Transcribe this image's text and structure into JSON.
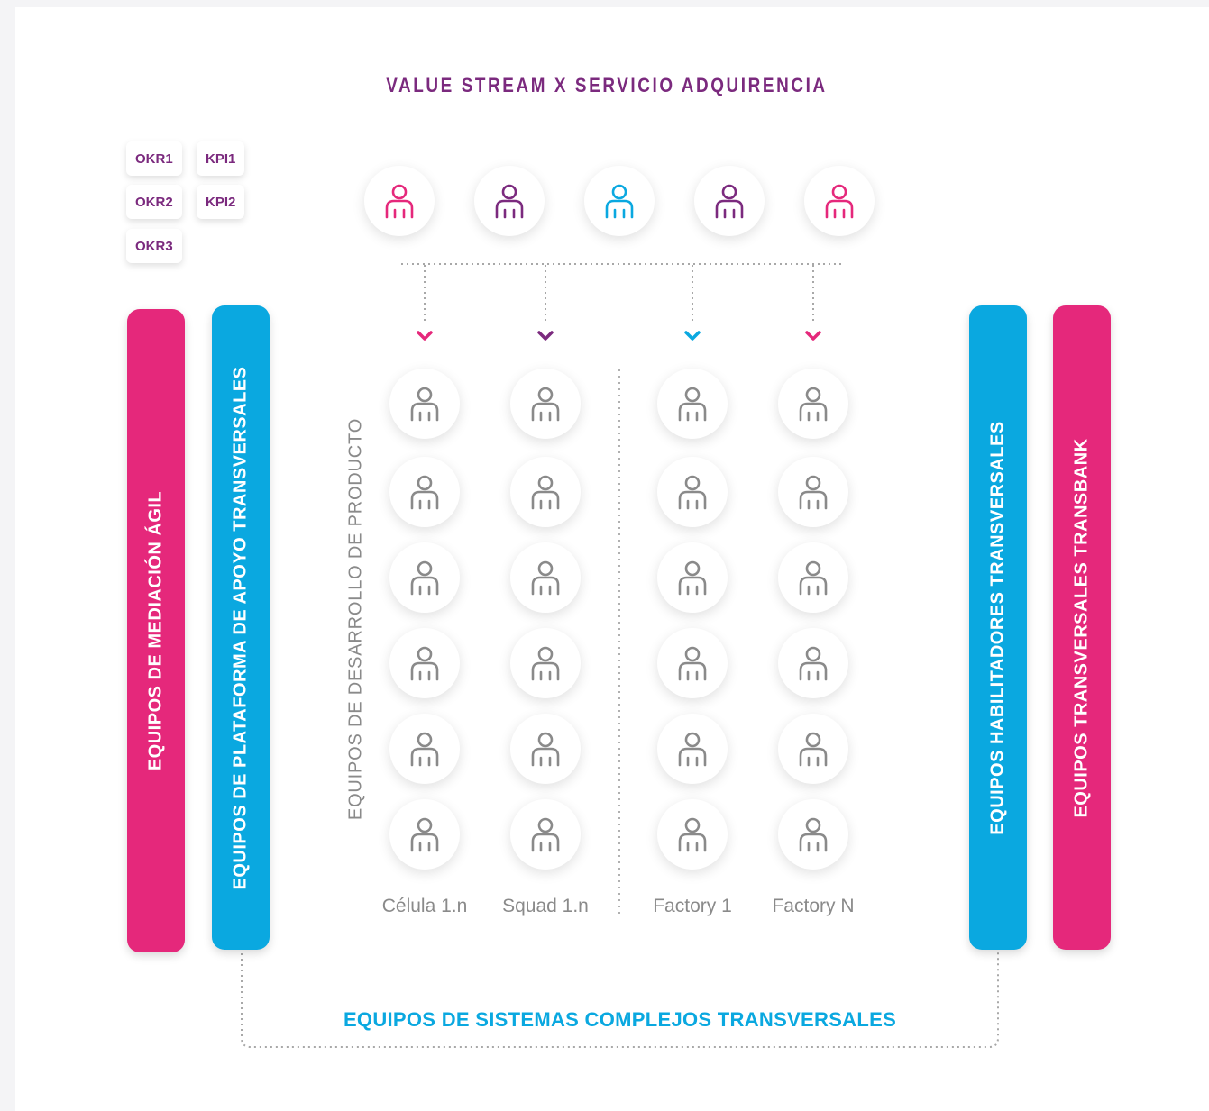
{
  "title": "VALUE STREAM X SERVICIO ADQUIRENCIA",
  "chips": {
    "okr1": "OKR1",
    "kpi1": "KPI1",
    "okr2": "OKR2",
    "kpi2": "KPI2",
    "okr3": "OKR3"
  },
  "bars": {
    "mediacion": "EQUIPOS DE MEDIACIÓN ÁGIL",
    "plataforma": "EQUIPOS DE PLATAFORMA DE APOYO TRANSVERSALES",
    "habilitadores": "EQUIPOS HABILITADORES TRANSVERSALES",
    "transbank": "EQUIPOS TRANSVERSALES TRANSBANK"
  },
  "product_dev_label": "EQUIPOS DE DESARROLLO DE PRODUCTO",
  "columns": [
    "Célula 1.n",
    "Squad 1.n",
    "Factory 1",
    "Factory N"
  ],
  "bottom_title": "EQUIPOS DE SISTEMAS COMPLEJOS TRANSVERSALES",
  "colors": {
    "magenta": "#e5287b",
    "purple": "#7b2a7e",
    "cyan": "#0aa8e0",
    "gray": "#8a8a8a"
  },
  "top_people_colors": [
    "magenta",
    "purple",
    "cyan",
    "purple",
    "magenta"
  ],
  "arrow_colors": [
    "magenta",
    "purple",
    "cyan",
    "magenta"
  ],
  "rows_per_column": 6,
  "icons": {
    "person": "person-icon",
    "arrow": "chevron-down-icon"
  }
}
